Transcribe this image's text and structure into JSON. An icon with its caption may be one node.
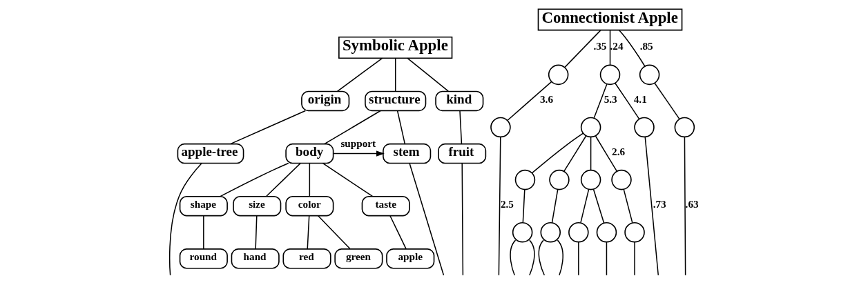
{
  "diagram": {
    "nodes": [
      {
        "text": [
          "Symbolic Apple"
        ]
      },
      {
        "text": [
          "origin"
        ]
      },
      {
        "text": [
          "structure"
        ]
      },
      {
        "text": [
          "kind"
        ]
      },
      {
        "text": [
          "apple-tree"
        ]
      },
      {
        "text": [
          "body"
        ]
      },
      {
        "text": [
          "stem"
        ]
      },
      {
        "text": [
          "fruit"
        ]
      },
      {
        "text": [
          "shape"
        ]
      },
      {
        "text": [
          "size"
        ]
      },
      {
        "text": [
          "color"
        ]
      },
      {
        "text": [
          "taste"
        ]
      },
      {
        "text": [
          "round"
        ]
      },
      {
        "text": [
          "hand"
        ]
      },
      {
        "text": [
          "red"
        ]
      },
      {
        "text": [
          "green"
        ]
      },
      {
        "text": [
          "apple"
        ]
      },
      {
        "text": [
          "Connectionist Apple"
        ]
      },
      {
        "text": [],
        "shape": "circle"
      },
      {
        "text": [],
        "shape": "circle"
      },
      {
        "text": [],
        "shape": "circle"
      },
      {
        "text": [],
        "shape": "circle"
      },
      {
        "text": [],
        "shape": "circle"
      },
      {
        "text": [],
        "shape": "circle"
      },
      {
        "text": [],
        "shape": "circle"
      },
      {
        "text": [],
        "shape": "circle"
      },
      {
        "text": [],
        "shape": "circle"
      },
      {
        "text": [],
        "shape": "circle"
      },
      {
        "text": [],
        "shape": "circle"
      },
      {
        "text": [],
        "shape": "circle"
      },
      {
        "text": [],
        "shape": "circle"
      },
      {
        "text": [],
        "shape": "circle"
      },
      {
        "text": [],
        "shape": "circle"
      },
      {
        "text": [],
        "shape": "circle"
      }
    ],
    "edges": [
      {
        "from": 0,
        "to": 1,
        "arrow": "none"
      },
      {
        "from": 0,
        "to": 2,
        "arrow": "none"
      },
      {
        "from": 0,
        "to": 3,
        "arrow": "none"
      },
      {
        "from": 1,
        "to": 4,
        "arrow": "none"
      },
      {
        "from": 2,
        "to": 5,
        "arrow": "none"
      },
      {
        "from": 2,
        "to": 6,
        "arrow": "none"
      },
      {
        "from": 3,
        "to": 7,
        "arrow": "none"
      },
      {
        "from": 5,
        "to": 6,
        "arrow": "to",
        "label": "support"
      },
      {
        "from": 5,
        "to": 8,
        "arrow": "none"
      },
      {
        "from": 5,
        "to": 9,
        "arrow": "none"
      },
      {
        "from": 5,
        "to": 10,
        "arrow": "none"
      },
      {
        "from": 5,
        "to": 11,
        "arrow": "none"
      },
      {
        "from": 8,
        "to": 12,
        "arrow": "none"
      },
      {
        "from": 9,
        "to": 13,
        "arrow": "none"
      },
      {
        "from": 10,
        "to": 14,
        "arrow": "none"
      },
      {
        "from": 10,
        "to": 15,
        "arrow": "none"
      },
      {
        "from": 11,
        "to": 16,
        "arrow": "none"
      },
      {
        "from": 4,
        "to": null,
        "arrow": "none"
      },
      {
        "from": 6,
        "to": null,
        "arrow": "none"
      },
      {
        "from": 7,
        "to": null,
        "arrow": "none"
      },
      {
        "from": 17,
        "to": 18,
        "arrow": "none",
        "label": ".35"
      },
      {
        "from": 17,
        "to": 19,
        "arrow": "none",
        "label": ".24"
      },
      {
        "from": 17,
        "to": 20,
        "arrow": "none",
        "label": ".85"
      },
      {
        "from": 18,
        "to": 21,
        "arrow": "none",
        "label": "3.6"
      },
      {
        "from": 19,
        "to": 22,
        "arrow": "none",
        "label": "5.3"
      },
      {
        "from": 19,
        "to": 23,
        "arrow": "none",
        "label": "4.1"
      },
      {
        "from": 20,
        "to": 24,
        "arrow": "none"
      },
      {
        "from": 21,
        "to": null,
        "arrow": "none",
        "label": "2.5"
      },
      {
        "from": 22,
        "to": 25,
        "arrow": "none"
      },
      {
        "from": 22,
        "to": 26,
        "arrow": "none"
      },
      {
        "from": 22,
        "to": 27,
        "arrow": "none"
      },
      {
        "from": 22,
        "to": 28,
        "arrow": "none",
        "label": "2.6"
      },
      {
        "from": 25,
        "to": 29,
        "arrow": "none"
      },
      {
        "from": 26,
        "to": 30,
        "arrow": "none"
      },
      {
        "from": 27,
        "to": 31,
        "arrow": "none"
      },
      {
        "from": 27,
        "to": 32,
        "arrow": "none"
      },
      {
        "from": 28,
        "to": 33,
        "arrow": "none"
      },
      {
        "from": 29,
        "to": null,
        "arrow": "none"
      },
      {
        "from": 29,
        "to": null,
        "arrow": "none"
      },
      {
        "from": 30,
        "to": null,
        "arrow": "none"
      },
      {
        "from": 30,
        "to": null,
        "arrow": "none"
      },
      {
        "from": 31,
        "to": null,
        "arrow": "none"
      },
      {
        "from": 32,
        "to": null,
        "arrow": "none"
      },
      {
        "from": 33,
        "to": null,
        "arrow": "none"
      },
      {
        "from": 23,
        "to": null,
        "arrow": "none",
        "label": ".73"
      },
      {
        "from": 24,
        "to": null,
        "arrow": "none",
        "label": ".63"
      }
    ]
  }
}
